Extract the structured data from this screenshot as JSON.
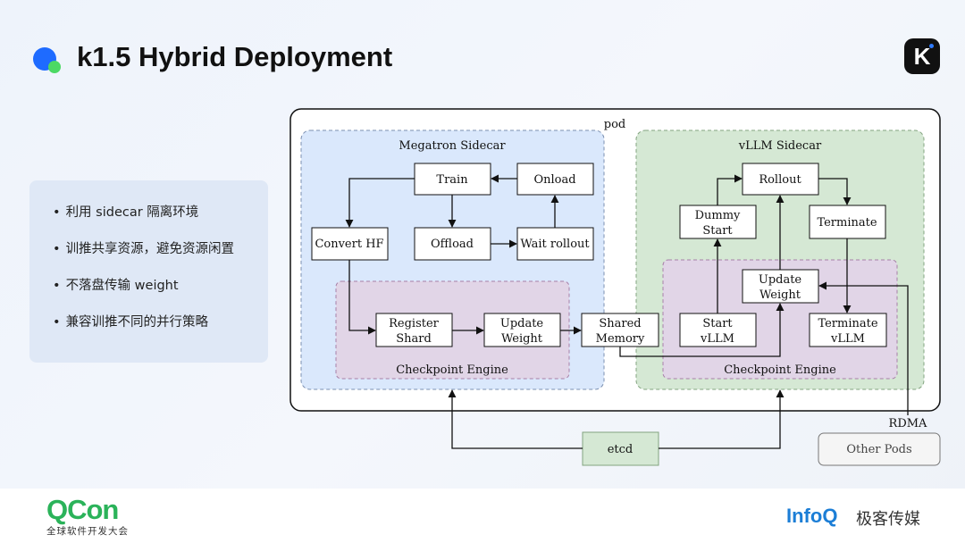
{
  "title": "k1.5 Hybrid Deployment",
  "logo_letter": "K",
  "bullets": [
    "利用 sidecar 隔离环境",
    "训推共享资源，避免资源闲置",
    "不落盘传输 weight",
    "兼容训推不同的并行策略"
  ],
  "diagram": {
    "pod_label": "pod",
    "megatron_label": "Megatron Sidecar",
    "vllm_label": "vLLM Sidecar",
    "ckpt_left_label": "Checkpoint Engine",
    "ckpt_right_label": "Checkpoint Engine",
    "nodes": {
      "train": "Train",
      "onload": "Onload",
      "offload": "Offload",
      "wait_rollout": "Wait rollout",
      "convert_hf": "Convert HF",
      "register_shard": [
        "Register",
        "Shard"
      ],
      "update_weight_left": [
        "Update",
        "Weight"
      ],
      "shared_memory": [
        "Shared",
        "Memory"
      ],
      "rollout": "Rollout",
      "dummy_start": [
        "Dummy",
        "Start"
      ],
      "terminate": "Terminate",
      "update_weight_right": [
        "Update",
        "Weight"
      ],
      "start_vllm": [
        "Start",
        "vLLM"
      ],
      "terminate_vllm": [
        "Terminate",
        "vLLM"
      ],
      "etcd": "etcd",
      "other_pods": "Other Pods"
    },
    "rdma_label": "RDMA"
  },
  "footer": {
    "qcon": "QCon",
    "qcon_sub": "全球软件开发大会",
    "infoq": "InfoQ",
    "infoq_cn": "极客传媒"
  },
  "colors": {
    "accent_blue": "#1e6bff",
    "accent_green": "#4cd964",
    "megatron_fill": "#dae8fc",
    "vllm_fill": "#d5e8d4",
    "ckpt_fill": "#e1d5e7",
    "etcd_fill": "#d5e8d4"
  }
}
